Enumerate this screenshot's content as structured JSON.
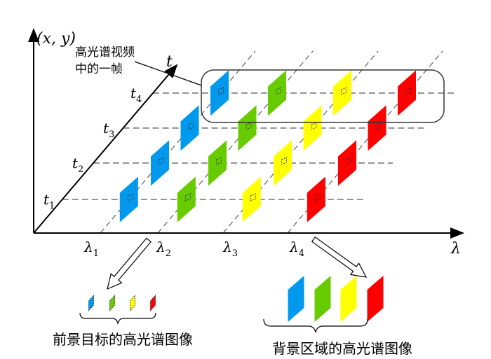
{
  "axes": {
    "y_label": "(x, y)",
    "t_label": "t",
    "lambda_label": "λ"
  },
  "time_labels": [
    {
      "base": "t",
      "sub": "1"
    },
    {
      "base": "t",
      "sub": "2"
    },
    {
      "base": "t",
      "sub": "3"
    },
    {
      "base": "t",
      "sub": "4"
    }
  ],
  "band_labels": [
    {
      "base": "λ",
      "sub": "1"
    },
    {
      "base": "λ",
      "sub": "2"
    },
    {
      "base": "λ",
      "sub": "3"
    },
    {
      "base": "λ",
      "sub": "4"
    }
  ],
  "callout": {
    "line1": "高光谱视频",
    "line2": "中的一帧"
  },
  "foreground_caption": "前景目标的高光谱图像",
  "background_caption": "背景区域的高光谱图像",
  "band_colors": [
    "#0099ee",
    "#66cc00",
    "#ffff00",
    "#ff0000"
  ]
}
